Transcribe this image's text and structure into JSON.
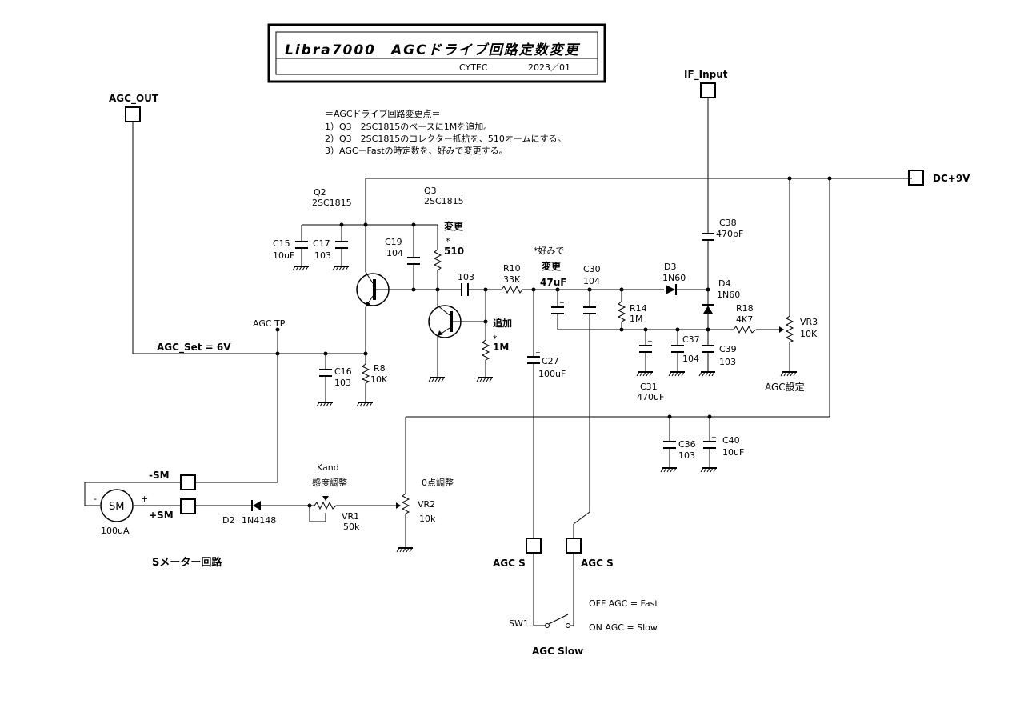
{
  "title": {
    "main": "Libra7000　AGCドライブ回路定数変更",
    "company": "CYTEC",
    "date": "2023／01"
  },
  "notes": [
    "＝AGCドライブ回路変更点＝",
    "1）Q3　2SC1815のベースに1Mを追加。",
    "2）Q3　2SC1815のコレクター抵抗を、510オームにする。",
    "3）AGC－Fastの時定数を、好みで変更する。"
  ],
  "ports": {
    "agc_out": "AGC_OUT",
    "if_input": "IF_Input",
    "dc_9v": "DC+9V",
    "sm_minus": "-SM",
    "sm_plus": "+SM",
    "agc_s1": "AGC S",
    "agc_s2": "AGC S"
  },
  "components": {
    "q2": {
      "ref": "Q2",
      "value": "2SC1815"
    },
    "q3": {
      "ref": "Q3",
      "value": "2SC1815"
    },
    "c15": {
      "ref": "C15",
      "value": "10uF"
    },
    "c17": {
      "ref": "C17",
      "value": "103"
    },
    "c19": {
      "ref": "C19",
      "value": "104"
    },
    "c103": {
      "value": "103"
    },
    "r510": {
      "mark": "変更",
      "star": "*",
      "value": "510"
    },
    "pref": "*好みで",
    "r10": {
      "ref": "R10",
      "value": "33K"
    },
    "c_47u": {
      "mark": "変更",
      "value": "47uF"
    },
    "c30": {
      "ref": "C30",
      "value": "104"
    },
    "d3": {
      "ref": "D3",
      "value": "1N60"
    },
    "d4": {
      "ref": "D4",
      "value": "1N60"
    },
    "c38": {
      "ref": "C38",
      "value": "470pF"
    },
    "r14": {
      "ref": "R14",
      "value": "1M"
    },
    "r18": {
      "ref": "R18",
      "value": "4K7"
    },
    "vr3": {
      "ref": "VR3",
      "value": "10K"
    },
    "r1m_add": {
      "mark": "追加",
      "star": "*",
      "value": "1M"
    },
    "c37": {
      "ref": "C37",
      "value": "104"
    },
    "c39": {
      "ref": "C39",
      "value": "103"
    },
    "c31": {
      "ref": "C31",
      "value": "470uF"
    },
    "c27": {
      "ref": "C27",
      "value": "100uF"
    },
    "c16": {
      "ref": "C16",
      "value": "103"
    },
    "r8": {
      "ref": "R8",
      "value": "10K"
    },
    "c36": {
      "ref": "C36",
      "value": "103"
    },
    "c40": {
      "ref": "C40",
      "value": "10uF"
    },
    "d2": {
      "ref": "D2",
      "value": "1N4148"
    },
    "vr1": {
      "ref": "VR1",
      "value": "50k"
    },
    "vr2": {
      "ref": "VR2",
      "value": "10k"
    },
    "meter": {
      "label": "SM",
      "value": "100uA",
      "minus": "-",
      "plus": "+"
    }
  },
  "labels": {
    "agc_tp": "AGC TP",
    "agc_set": "AGC_Set = 6V",
    "agc_setting": "AGC設定",
    "kand": "Kand",
    "sens": "感度調整",
    "zero": "0点調整",
    "smeter": "Sメーター回路",
    "sw1": "SW1",
    "off_fast": "OFF AGC = Fast",
    "on_slow": "ON AGC = Slow",
    "agc_slow": "AGC Slow"
  }
}
